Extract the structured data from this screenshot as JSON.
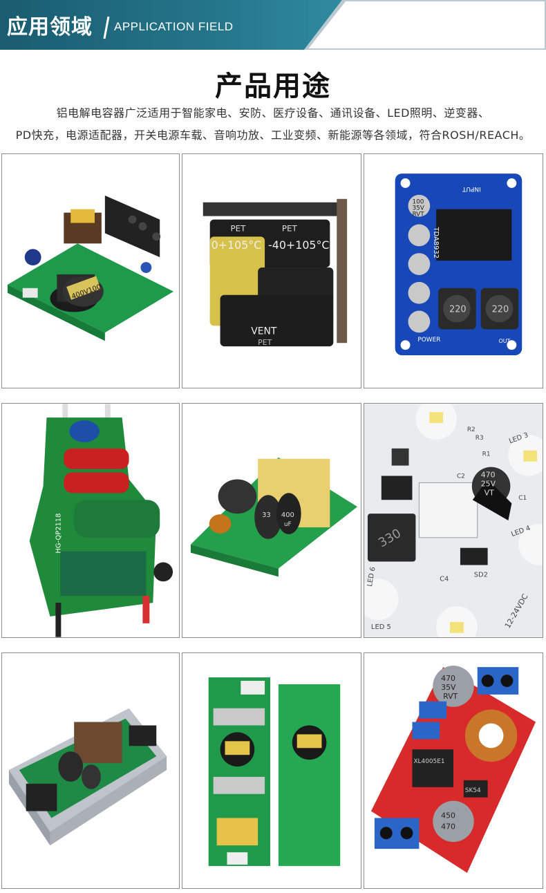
{
  "header": {
    "title_cn": "应用领域",
    "title_en": "APPLICATION FIELD",
    "colors": {
      "banner_dark": "#1b5f72",
      "banner_mid": "#2a7f93",
      "banner_light": "#b8c8ce"
    }
  },
  "section": {
    "title": "产品用途",
    "description_line1": "铝电解电容器广泛适用于智能家电、安防、医疗设备、通讯设备、LED照明、逆变器、",
    "description_line2": "PD快充，电源适配器，开关电源车载、音响功放、工业变频、新能源等各领域，符合ROSH/REACH。"
  },
  "gallery": {
    "images": [
      {
        "id": "power-supply-board-icon",
        "labels": [
          "400V100"
        ]
      },
      {
        "id": "charger-module-icon",
        "labels": [
          "PET",
          "PET",
          "0+105°C",
          "-40+105°C",
          "VENT",
          "PET"
        ]
      },
      {
        "id": "amplifier-board-icon",
        "labels": [
          "100",
          "35V",
          "RVT",
          "INPUT",
          "POWER",
          "220",
          "220",
          "TDA8932",
          "OUT"
        ]
      },
      {
        "id": "led-driver-board-icon",
        "labels": [
          "HG-QP2118"
        ]
      },
      {
        "id": "adapter-board-icon",
        "labels": [
          "33",
          "400",
          "uF"
        ]
      },
      {
        "id": "led-panel-board-icon",
        "labels": [
          "470",
          "25V",
          "VT",
          "330",
          "LED 3",
          "LED 4",
          "LED 5",
          "LED 6",
          "12-24VDC",
          "SD2",
          "C4",
          "R2",
          "R3",
          "R1",
          "C1",
          "C2"
        ]
      },
      {
        "id": "enclosed-psu-icon",
        "labels": []
      },
      {
        "id": "green-pcb-pair-icon",
        "labels": []
      },
      {
        "id": "buck-converter-icon",
        "labels": [
          "470",
          "35V",
          "RVT",
          "XL4005E1",
          "SK54",
          "450",
          "470"
        ]
      }
    ]
  }
}
